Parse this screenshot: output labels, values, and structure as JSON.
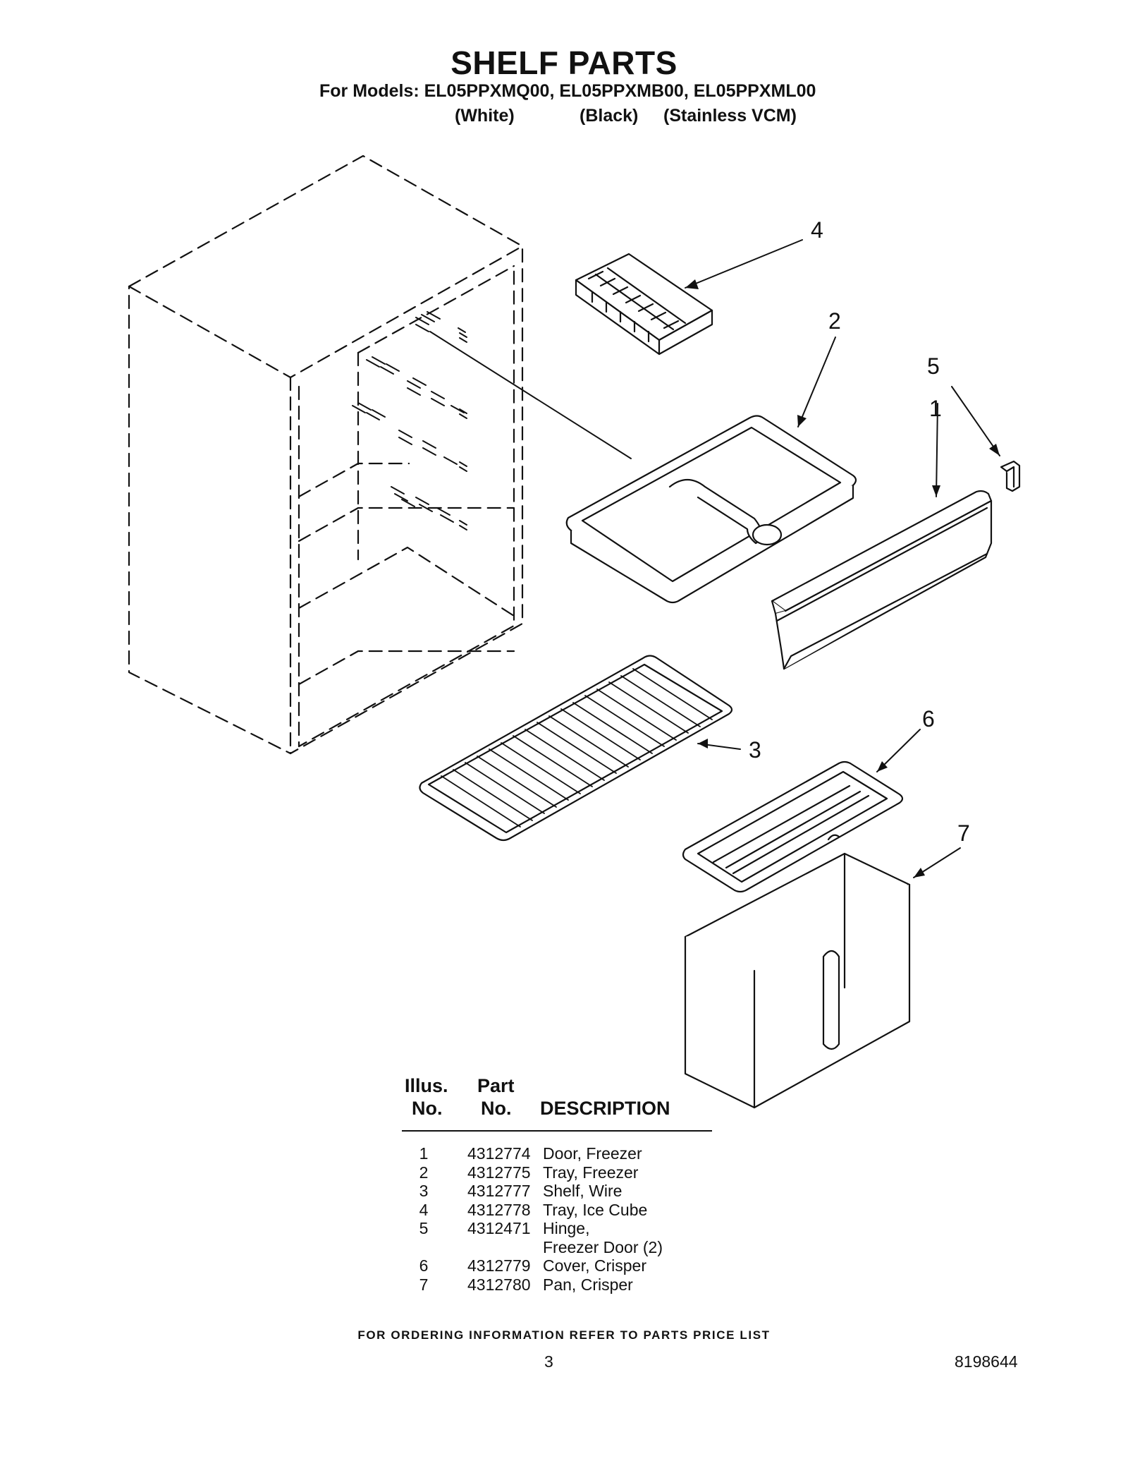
{
  "header": {
    "title": "SHELF PARTS",
    "models_line": "For Models: EL05PPXMQ00, EL05PPXMB00, EL05PPXML00",
    "variants": [
      "(White)",
      "(Black)",
      "(Stainless VCM)"
    ]
  },
  "diagram": {
    "callouts": [
      "1",
      "2",
      "3",
      "4",
      "5",
      "6",
      "7"
    ]
  },
  "parts_table": {
    "headers": {
      "illus_line1": "Illus.",
      "illus_line2": "No.",
      "part_line1": "Part",
      "part_line2": "No.",
      "description": "DESCRIPTION"
    },
    "rows": [
      {
        "illus": "1",
        "part": "4312774",
        "description": "Door, Freezer"
      },
      {
        "illus": "2",
        "part": "4312775",
        "description": "Tray, Freezer"
      },
      {
        "illus": "3",
        "part": "4312777",
        "description": "Shelf, Wire"
      },
      {
        "illus": "4",
        "part": "4312778",
        "description": "Tray, Ice Cube"
      },
      {
        "illus": "5",
        "part": "4312471",
        "description": "Hinge,"
      },
      {
        "illus": "",
        "part": "",
        "description": "Freezer Door (2)"
      },
      {
        "illus": "6",
        "part": "4312779",
        "description": "Cover, Crisper"
      },
      {
        "illus": "7",
        "part": "4312780",
        "description": "Pan, Crisper"
      }
    ]
  },
  "footer": {
    "ordering_note": "FOR ORDERING INFORMATION REFER TO PARTS PRICE LIST",
    "page_number": "3",
    "document_number": "8198644"
  }
}
